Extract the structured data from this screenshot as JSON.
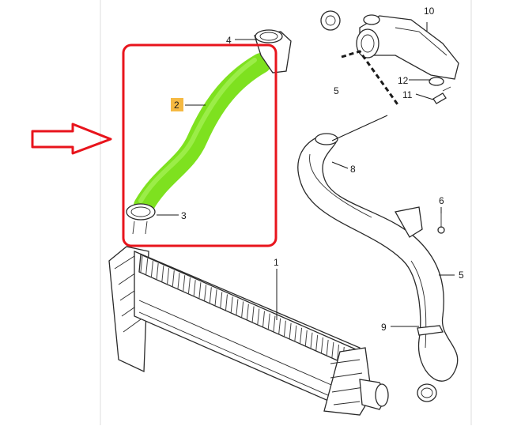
{
  "diagram": {
    "callouts": {
      "c1": "1",
      "c2": "2",
      "c3": "3",
      "c4": "4",
      "c5a": "5",
      "c5b": "5",
      "c6": "6",
      "c8": "8",
      "c9": "9",
      "c10": "10",
      "c11": "11",
      "c12": "12"
    },
    "colors": {
      "highlight_hose": "#7ee11f",
      "highlight_frame": "#e8141c",
      "arrow": "#e8141c",
      "label_badge": "#f5b942"
    }
  }
}
